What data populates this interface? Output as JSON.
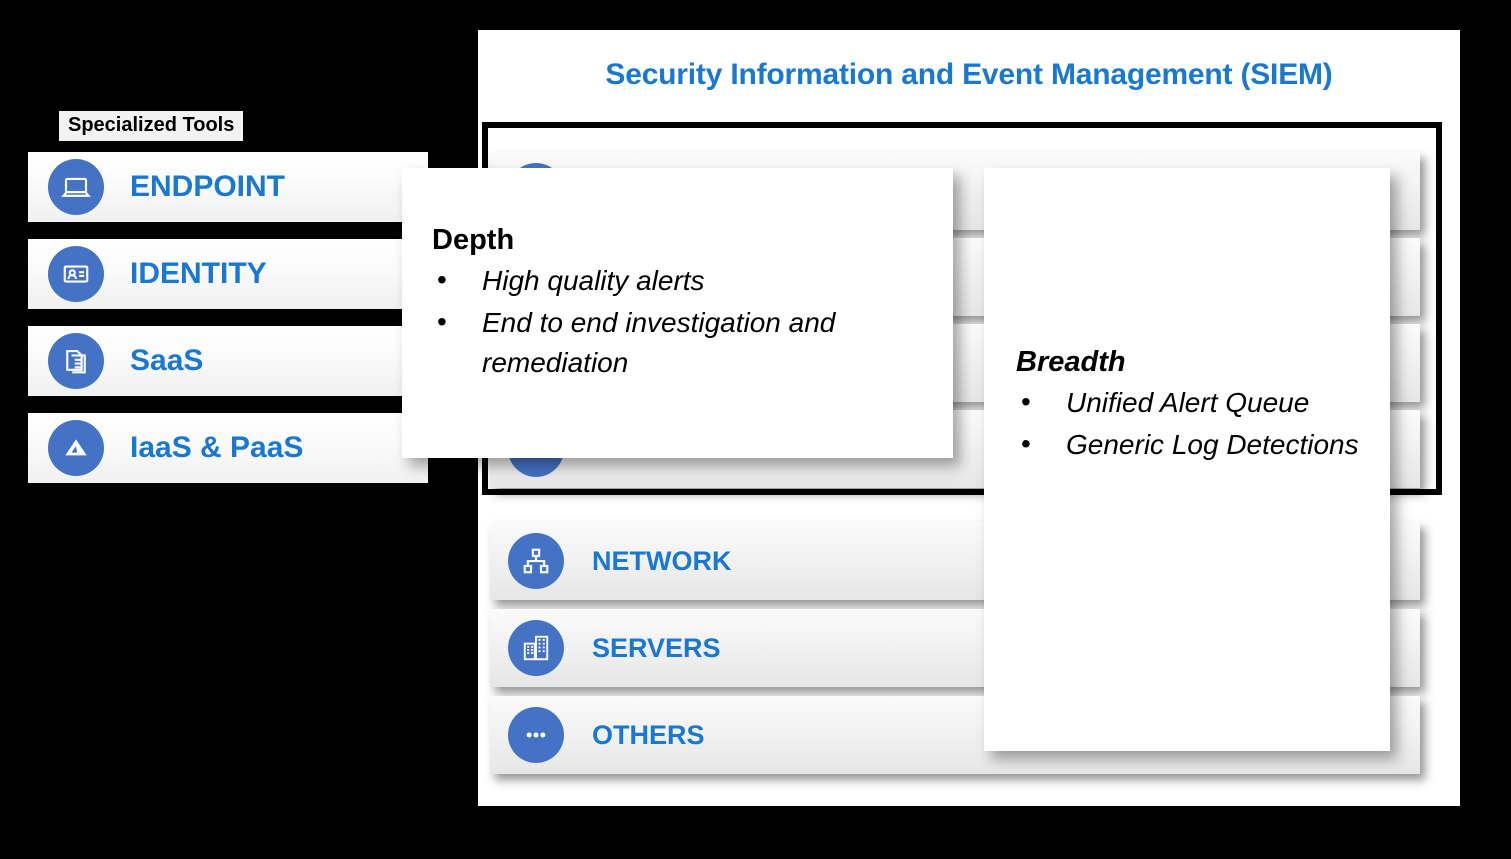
{
  "colors": {
    "background": "#000000",
    "accent_blue_text": "#1878D3",
    "icon_circle_blue": "#4472C4",
    "panel_white": "#FFFFFF",
    "pill_grey": "#F0F0F0"
  },
  "siem": {
    "title": "Security Information and Event Management (SIEM)",
    "framed_rows": [
      {
        "label": "",
        "icon": "endpoint-icon"
      },
      {
        "label": "",
        "icon": "identity-icon"
      },
      {
        "label": "",
        "icon": "saas-icon"
      },
      {
        "label": "",
        "icon": "iaas-paas-icon"
      }
    ],
    "rows": [
      {
        "label": "NETWORK",
        "icon": "network-hierarchy-icon"
      },
      {
        "label": "SERVERS",
        "icon": "servers-buildings-icon"
      },
      {
        "label": "OTHERS",
        "icon": "ellipsis-icon"
      }
    ]
  },
  "sidebar": {
    "header": "Specialized Tools",
    "items": [
      {
        "label": "ENDPOINT",
        "icon": "laptop-icon"
      },
      {
        "label": "IDENTITY",
        "icon": "id-badge-icon"
      },
      {
        "label": "SaaS",
        "icon": "documents-icon"
      },
      {
        "label": "IaaS & PaaS",
        "icon": "azure-triangle-icon"
      }
    ]
  },
  "callouts": [
    {
      "heading": "Depth",
      "heading_style": "bold",
      "bullets": [
        "High quality alerts",
        "End to end investigation and remediation"
      ]
    },
    {
      "heading": "Breadth",
      "heading_style": "bold-italic",
      "bullets": [
        "Unified Alert Queue",
        "Generic Log Detections"
      ]
    }
  ]
}
